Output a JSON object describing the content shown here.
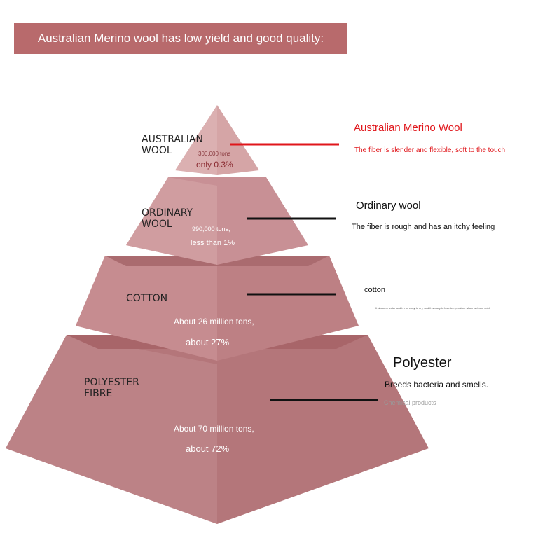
{
  "banner": "Australian Merino wool has low yield and good quality:",
  "tiers": [
    {
      "label_1": "AUSTRALIAN",
      "label_2": "WOOL",
      "amount": "300,000 tons",
      "share": "only 0.3%",
      "title": "Australian Merino Wool",
      "desc": "The fiber is slender and flexible, soft to the touch"
    },
    {
      "label_1": "ORDINARY",
      "label_2": "WOOL",
      "amount": "990,000 tons,",
      "share": "less than 1%",
      "title": "Ordinary wool",
      "desc": "The fiber is rough and has an itchy feeling"
    },
    {
      "label_1": "COTTON",
      "amount": "About 26 million tons,",
      "share": "about 27%",
      "title": "cotton",
      "desc": "It absorbs water and is not easy to dry, and it is easy to lose temperature when wet and cold."
    },
    {
      "label_1": "POLYESTER",
      "label_2": "FIBRE",
      "amount": "About 70 million tons,",
      "share": "about 72%",
      "title": "Polyester",
      "desc": "Breeds bacteria and smells.",
      "note": "Chemical products"
    }
  ],
  "colors": {
    "accent": "#e0161b",
    "banner": "#b86a6c",
    "pyramid": "#b8787c"
  }
}
